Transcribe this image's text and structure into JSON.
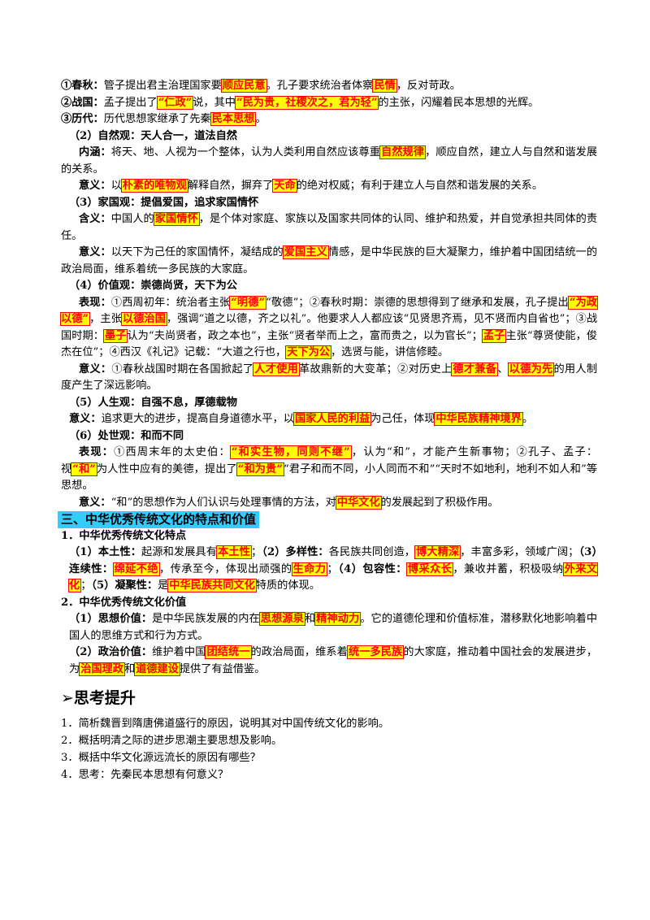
{
  "p1": [
    "①春秋：",
    "管子提出君主治理国家要",
    "顺应民意",
    "。孔子要求统治者体察",
    "民情",
    "，反对苛政。"
  ],
  "p2": [
    "②战国：",
    "孟子提出了",
    "“仁政”",
    "说，其中",
    "“民为贵，社稷次之，君为轻”",
    "的主张，闪耀着民本思想的光辉。"
  ],
  "p3": [
    "③历代：",
    "历代思想家继承了先秦",
    "民本思想",
    "。"
  ],
  "h2": "（2）自然观：天人合一，道法自然",
  "p4": [
    "内涵：",
    "将天、地、人视为一个整体，认为人类利用自然应该尊重",
    "自然规律",
    "，顺应自然，建立人与自然和谐发展的关系。"
  ],
  "p5": [
    "意义：",
    "以",
    "朴素的唯物观",
    "解释自然，摒弃了",
    "天命",
    "的绝对权威；有利于建立人与自然和谐发展的关系。"
  ],
  "h3": "（3）家国观：提倡爱国，追求家国情怀",
  "p6": [
    "含义：",
    "中国人的",
    "家国情怀",
    "，是个体对家庭、家族以及国家共同体的认同、维护和热爱，并自觉承担共同体的责任。"
  ],
  "p7": [
    "意义：",
    "以天下为己任的家国情怀，凝结成的",
    "爱国主义",
    "情感，是中华民族的巨大凝聚力，维护着中国团结统一的政治局面，维系着统一多民族的大家庭。"
  ],
  "h4": "（4）价值观：崇德尚贤，天下为公",
  "p8": [
    "表现：",
    "①西周初年：统治者主张",
    "“明德”",
    "“敬德”；②春秋时期：崇德的思想得到了继承和发展，孔子提出",
    "“为政以德”",
    "，主张",
    "以德治国",
    "，强调“道之以德，齐之以礼”。他要求人人都应该“见贤思齐焉，见不贤而内自省也”；③战国时期：",
    "墨子",
    "认为“夫尚贤者，政之本也”，主张“贤者举而上之，富而贵之，以为官长”；",
    "孟子",
    "主张“尊贤使能，俊杰在位”；④西汉《礼记》记载：“大道之行也，",
    "天下为公",
    "，选贤与能，讲信修睦。"
  ],
  "p9": [
    "意义：",
    "①春秋战国时期在各国掀起了",
    "人才使用",
    "革故鼎新的大变革；②对历史上",
    "德才兼备",
    "、",
    "以德为先",
    "的用人制度产生了深远影响。"
  ],
  "h5": "（5）人生观：自强不息，厚德载物",
  "p10": [
    "意义：",
    "追求更大的进步，提高自身道德水平，以",
    "国家人民的利益",
    "为己任，体现",
    "中华民族精神境界",
    "。"
  ],
  "h6": "（6）处世观：和而不同",
  "p11": [
    "表现：",
    "①西周末年的太史伯：",
    "“和实生物，同则不继”",
    "，认为“和”，才能产生新事物；②孔子、孟子：视",
    "“和”",
    "为人性中应有的美德，提出了",
    "“和为贵”",
    "“君子和而不同，小人同而不和”“天时不如地利，地利不如人和”等思想。"
  ],
  "p12": [
    "意义：",
    "“和”的思想作为人们认识与处理事情的方法，对",
    "中华文化",
    "的发展起到了积极作用。"
  ],
  "sec3": "三、中华优秀传统文化的特点和价值",
  "s1": "1．中华优秀传统文化特点",
  "p13": [
    "（1）本土性：",
    "起源和发展具有",
    "本土性",
    "；",
    "（2）多样性：",
    "各民族共同创造，",
    "博大精深",
    "，丰富多彩，领域广阔；",
    "（3）连续性：",
    "绵延不绝",
    "，传承至今，体现出顽强的",
    "生命力",
    "；",
    "（4）包容性：",
    "博采众长",
    "，兼收并蓄，积极吸纳",
    "外来文化",
    "；",
    "（5）凝聚性：",
    "是",
    "中华民族共同文化",
    "特质的体现。"
  ],
  "s2": "2．中华优秀传统文化价值",
  "p14": [
    "（1）思想价值：",
    "是中华民族发展的内在",
    "思想源泉",
    "和",
    "精神动力",
    "。它的道德伦理和价值标准，潜移默化地影响着中国人的思维方式和行为方式。"
  ],
  "p15": [
    "（2）政治价值：",
    "维护着中国",
    "团结统一",
    "的政治局面，维系着",
    "统一多民族",
    "的大家庭，推动着中国社会的发展进步，为",
    "治国理政",
    "和",
    "道德建设",
    "提供了有益借鉴。"
  ],
  "think_title": "➢思考提升",
  "questions": [
    "1．简析魏晋到隋唐佛道盛行的原因，说明其对中国传统文化的影响。",
    "2．概括明清之际的进步思潮主要思想及影响。",
    "3．概括中华文化源远流长的原因有哪些？",
    "4．思考：先秦民本思想有何意义？"
  ]
}
